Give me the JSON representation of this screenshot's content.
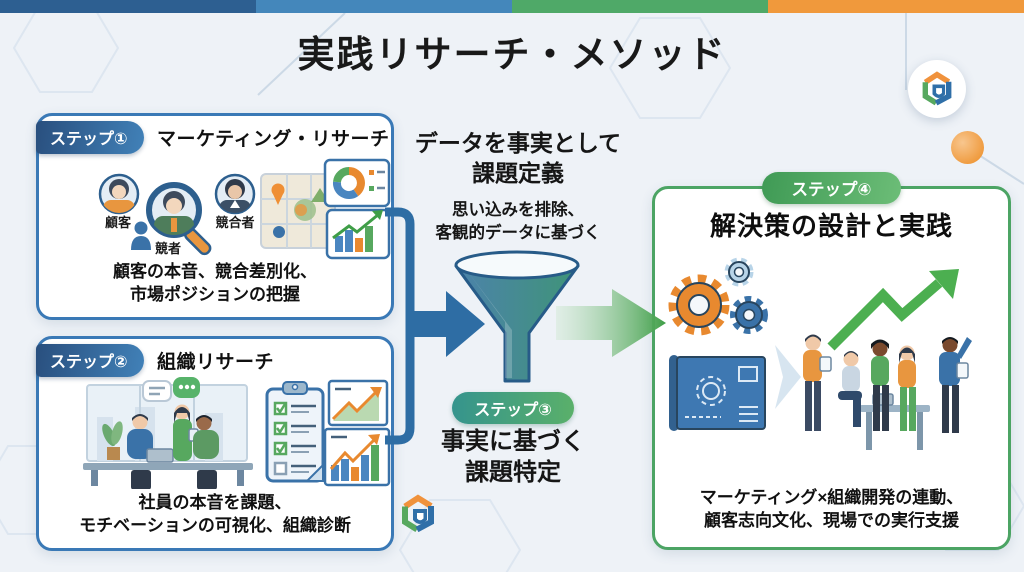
{
  "title": "実践リサーチ・メソッド",
  "colors": {
    "bar_dark_blue": "#2d5f91",
    "bar_blue": "#4487bb",
    "bar_green": "#4fa968",
    "bar_orange": "#f0993c",
    "box_blue_border": "#3a79b6",
    "box_green_border": "#4ca464",
    "arrow_blue": "#2e6da4",
    "arrow_green": "#43a047"
  },
  "step1": {
    "badge": "ステップ①",
    "title": "マーケティング・リサーチ",
    "label_customer": "顧客",
    "label_competitor": "競合者",
    "label_rival": "競者",
    "desc1": "顧客の本音、競合差別化、",
    "desc2": "市場ポジションの把握"
  },
  "step2": {
    "badge": "ステップ②",
    "title": "組織リサーチ",
    "desc1": "社員の本音を課題、",
    "desc2": "モチベーションの可視化、組織診断"
  },
  "funnel": {
    "heading1": "データを事実として",
    "heading2": "課題定義",
    "sub1": "思い込みを排除、",
    "sub2": "客観的データに基づく"
  },
  "step3": {
    "badge": "ステップ③",
    "result1": "事実に基づく",
    "result2": "課題特定"
  },
  "step4": {
    "badge": "ステップ④",
    "title": "解決策の設計と実践",
    "desc1": "マーケティング×組織開発の連動、",
    "desc2": "顧客志向文化、現場での実行支援"
  }
}
